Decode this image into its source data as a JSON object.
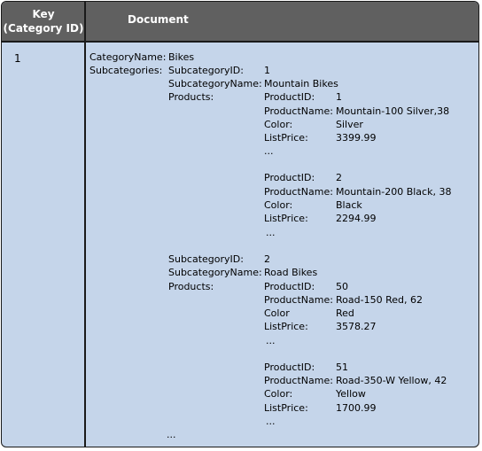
{
  "header": {
    "key_line1": "Key",
    "key_line2": "(Category ID)",
    "document": "Document"
  },
  "key_value": "1",
  "doc": {
    "category_name_label": "CategoryName:",
    "category_name": "Bikes",
    "subcategories_label": "Subcategories:",
    "subcategories": [
      {
        "id_label": "SubcategoryID:",
        "id": "1",
        "name_label": "SubcategoryName:",
        "name": "Mountain Bikes",
        "products_label": "Products:",
        "products": [
          {
            "id_label": "ProductID:",
            "id": "1",
            "name_label": "ProductName:",
            "name": "Mountain-100 Silver,38",
            "color_label": "Color:",
            "color": "Silver",
            "price_label": "ListPrice:",
            "price": "3399.99",
            "ellipsis": "..."
          },
          {
            "id_label": "ProductID:",
            "id": "2",
            "name_label": "ProductName:",
            "name": "Mountain-200 Black, 38",
            "color_label": "Color:",
            "color": "Black",
            "price_label": "ListPrice:",
            "price": "2294.99",
            "ellipsis": "..."
          }
        ]
      },
      {
        "id_label": "SubcategoryID:",
        "id": "2",
        "name_label": "SubcategoryName:",
        "name": "Road Bikes",
        "products_label": "Products:",
        "products": [
          {
            "id_label": "ProductID:",
            "id": "50",
            "name_label": "ProductName:",
            "name": "Road-150 Red, 62",
            "color_label": "Color",
            "color": "Red",
            "price_label": "ListPrice:",
            "price": "3578.27",
            "ellipsis": "..."
          },
          {
            "id_label": "ProductID:",
            "id": "51",
            "name_label": "ProductName:",
            "name": "Road-350-W Yellow, 42",
            "color_label": "Color:",
            "color": "Yellow",
            "price_label": "ListPrice:",
            "price": "1700.99",
            "ellipsis": "..."
          }
        ]
      }
    ],
    "trailing_ellipsis": "..."
  }
}
